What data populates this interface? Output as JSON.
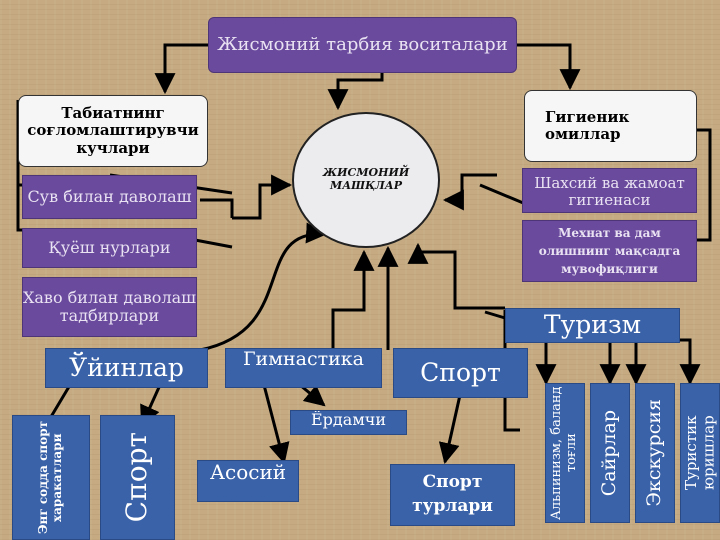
{
  "title": "Жисмоний тарбия воситалари",
  "center": "ЖИСМОНИЙ МАШҚЛАР",
  "nature_header": "Табиатнинг соғломлаштирувчи кучлари",
  "nature_items": [
    "Сув билан даволаш",
    "Қуёш нурлари",
    "Хаво билан даволаш тадбирлари"
  ],
  "hygiene_header": "Гигиеник омиллар",
  "hygiene_items": [
    "Шахсий ва жамоат гигиенаси",
    "Мехнат ва дам олишнинг мақсадга мувофиқлиги"
  ],
  "games": {
    "label": "Ўйинлар",
    "sub": [
      "Энг содда спорт харакатлари",
      "Спорт"
    ]
  },
  "gymnastics": {
    "label": "Гимнастика",
    "sub": [
      "Ёрдамчи",
      "Асосий"
    ]
  },
  "sport": {
    "label": "Спорт",
    "sub": "Спорт турлари"
  },
  "tourism": {
    "label": "Туризм",
    "sub": [
      "Альпинизм, баланд тоғли",
      "Сайрлар",
      "Экскурсия",
      "Туристик юришлар"
    ]
  },
  "colors": {
    "purple": "#6a4a9d",
    "blue": "#3a62a8",
    "background": "#c5aa82",
    "line": "#000000"
  }
}
